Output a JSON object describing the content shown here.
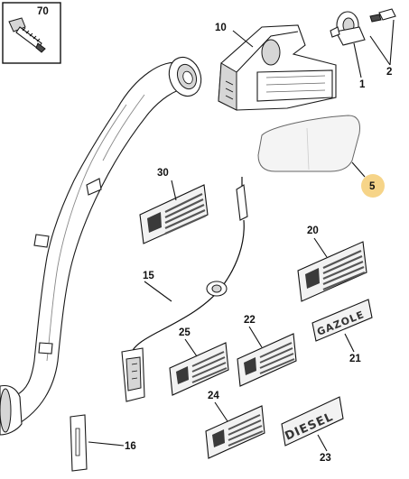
{
  "callouts": {
    "c70": "70",
    "c10": "10",
    "c1": "1",
    "c2": "2",
    "c5": "5",
    "c30": "30",
    "c20": "20",
    "c15": "15",
    "c22": "22",
    "c25": "25",
    "c21": "21",
    "c24": "24",
    "c16": "16",
    "c23": "23"
  },
  "labels": {
    "gazole": "GAZOLE",
    "diesel": "DIESEL"
  },
  "colors": {
    "highlight_badge": "#f6d488",
    "line": "#111111"
  }
}
